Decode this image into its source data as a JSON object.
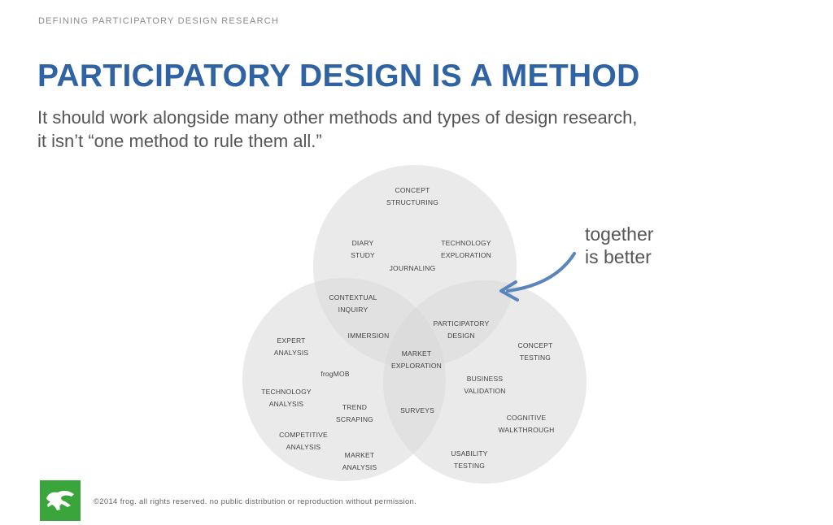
{
  "header": {
    "kicker": "DEFINING PARTICIPATORY DESIGN RESEARCH",
    "title": "PARTICIPATORY DESIGN IS A METHOD",
    "subtitle_line1": "It should work alongside many other methods and types of design research,",
    "subtitle_line2": "it isn’t “one method to rule them all.”"
  },
  "callout": {
    "line1": "together",
    "line2": "is better"
  },
  "diagram": {
    "labels": [
      {
        "id": "concept-structuring",
        "l1": "CONCEPT",
        "l2": "STRUCTURING"
      },
      {
        "id": "diary-study",
        "l1": "DIARY",
        "l2": "STUDY"
      },
      {
        "id": "technology-exploration",
        "l1": "TECHNOLOGY",
        "l2": "EXPLORATION"
      },
      {
        "id": "journaling",
        "l1": "JOURNALING",
        "l2": ""
      },
      {
        "id": "contextual-inquiry",
        "l1": "CONTEXTUAL",
        "l2": "INQUIRY"
      },
      {
        "id": "participatory-design",
        "l1": "PARTICIPATORY",
        "l2": "DESIGN"
      },
      {
        "id": "expert-analysis",
        "l1": "EXPERT",
        "l2": "ANALYSIS"
      },
      {
        "id": "immersion",
        "l1": "IMMERSION",
        "l2": ""
      },
      {
        "id": "concept-testing",
        "l1": "CONCEPT",
        "l2": "TESTING"
      },
      {
        "id": "market-exploration",
        "l1": "MARKET",
        "l2": "EXPLORATION"
      },
      {
        "id": "frogmob",
        "l1": "frogMOB",
        "l2": ""
      },
      {
        "id": "business-validation",
        "l1": "BUSINESS",
        "l2": "VALIDATION"
      },
      {
        "id": "technology-analysis",
        "l1": "TECHNOLOGY",
        "l2": "ANALYSIS"
      },
      {
        "id": "trend-scraping",
        "l1": "TREND",
        "l2": "SCRAPING"
      },
      {
        "id": "surveys",
        "l1": "SURVEYS",
        "l2": ""
      },
      {
        "id": "cognitive-walkthrough",
        "l1": "COGNITIVE",
        "l2": "WALKTHROUGH"
      },
      {
        "id": "competitive-analysis",
        "l1": "COMPETITIVE",
        "l2": "ANALYSIS"
      },
      {
        "id": "market-analysis",
        "l1": "MARKET",
        "l2": "ANALYSIS"
      },
      {
        "id": "usability-testing",
        "l1": "USABILITY",
        "l2": "TESTING"
      }
    ]
  },
  "footer": {
    "text": "©2014 frog. all rights reserved. no public distribution or reproduction without permission."
  },
  "colors": {
    "title": "#2f63a4",
    "arrow": "#5b84bd",
    "circle_fill": "#d9d9d9",
    "logo": "#3aa53a"
  }
}
